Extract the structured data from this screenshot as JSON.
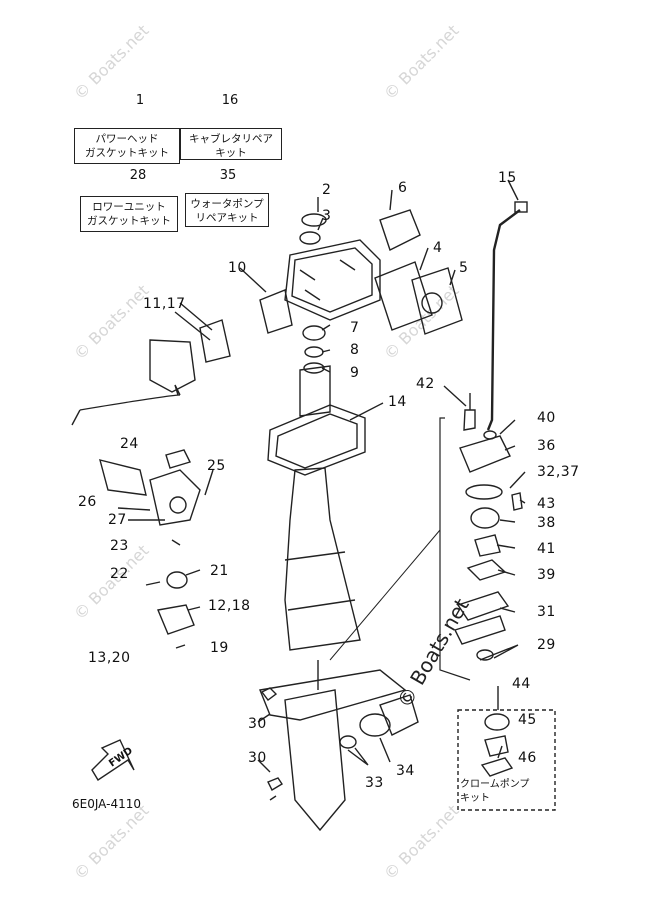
{
  "watermark": "© Boats.net",
  "diagram_code": "6E0JA-4110",
  "fwd_label": "FWD",
  "kits": [
    {
      "num": "1",
      "line1": "パワーヘッド",
      "line2": "ガスケットキット"
    },
    {
      "num": "16",
      "line1": "キャブレタリペア",
      "line2": "キット"
    },
    {
      "num": "28",
      "line1": "ロワーユニット",
      "line2": "ガスケットキット"
    },
    {
      "num": "35",
      "line1": "ウォータポンプ",
      "line2": "リペアキット"
    }
  ],
  "chrome_kit": {
    "line1": "クロームポンプ",
    "line2": "キット"
  },
  "callouts": {
    "c2": "2",
    "c3": "3",
    "c4": "4",
    "c5": "5",
    "c6": "6",
    "c7": "7",
    "c8": "8",
    "c9": "9",
    "c10": "10",
    "c11_17": "11,17",
    "c12_18": "12,18",
    "c13_20": "13,20",
    "c14": "14",
    "c15": "15",
    "c19": "19",
    "c21": "21",
    "c22": "22",
    "c23": "23",
    "c24": "24",
    "c25": "25",
    "c26": "26",
    "c27": "27",
    "c29": "29",
    "c30a": "30",
    "c30b": "30",
    "c31": "31",
    "c32_37": "32,37",
    "c33": "33",
    "c34": "34",
    "c36": "36",
    "c38": "38",
    "c39": "39",
    "c40": "40",
    "c41": "41",
    "c42": "42",
    "c43": "43",
    "c44": "44",
    "c45": "45",
    "c46": "46"
  }
}
